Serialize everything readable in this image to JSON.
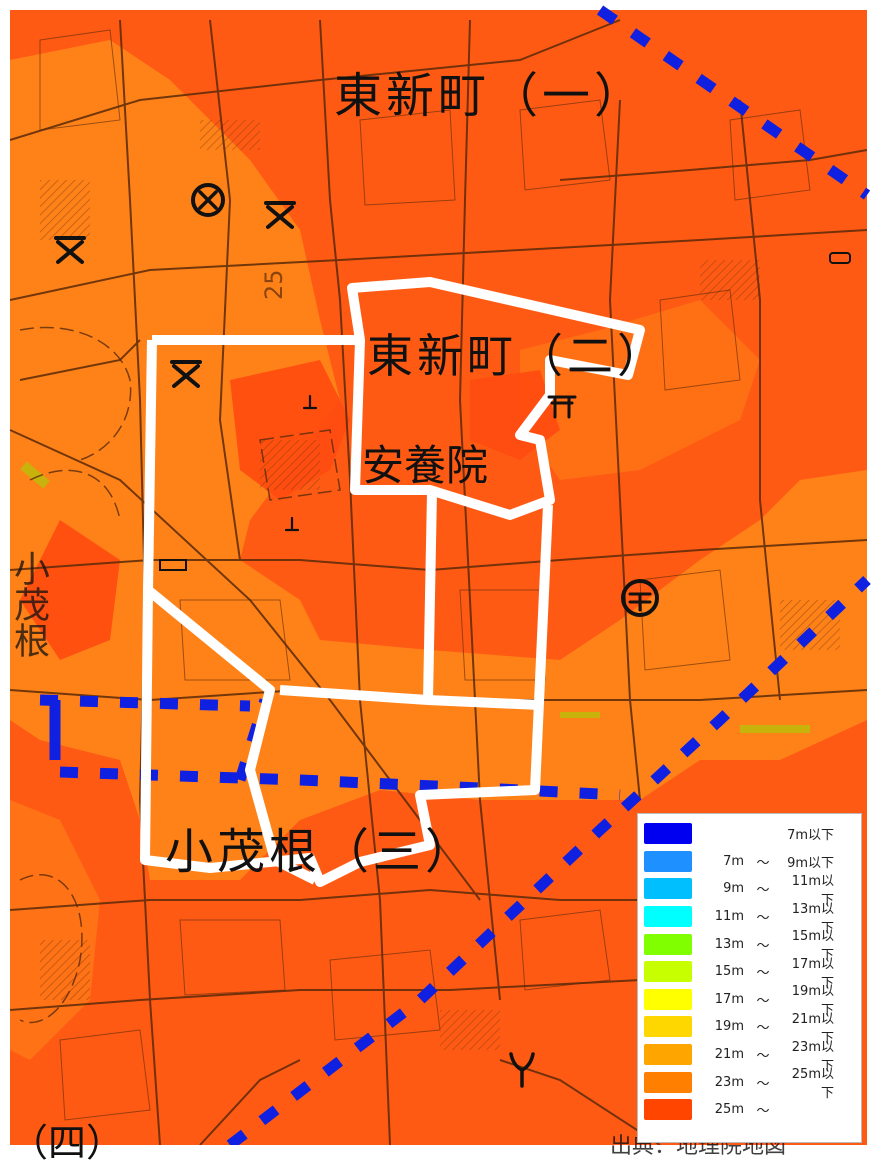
{
  "map": {
    "place_labels": [
      {
        "id": "higashishinmachi-1",
        "text": "東新町（一）"
      },
      {
        "id": "higashishinmachi-2",
        "text": "東新町（二）"
      },
      {
        "id": "anyoin",
        "text": "安養院"
      },
      {
        "id": "kozone-3",
        "text": "小茂根（三）"
      },
      {
        "id": "district-4",
        "text": "（四）"
      },
      {
        "id": "left-edge",
        "text": "小茂根"
      },
      {
        "id": "bottom-edge",
        "text": "出典：地理院地図"
      }
    ],
    "spot_label": "25",
    "symbols": [
      "school-icon",
      "school-icon",
      "school-icon",
      "police-station-icon",
      "shrine-icon",
      "shrine-icon",
      "torii-icon",
      "post-office-icon",
      "tree-icon"
    ]
  },
  "legend": {
    "title": "",
    "rows": [
      {
        "from": "",
        "sep": "",
        "to": "7m以下",
        "color": "#0000f0"
      },
      {
        "from": "7m",
        "sep": "～",
        "to": "9m以下",
        "color": "#1e90ff"
      },
      {
        "from": "9m",
        "sep": "～",
        "to": "11m以下",
        "color": "#00bfff"
      },
      {
        "from": "11m",
        "sep": "～",
        "to": "13m以下",
        "color": "#00ffff"
      },
      {
        "from": "13m",
        "sep": "～",
        "to": "15m以下",
        "color": "#7fff00"
      },
      {
        "from": "15m",
        "sep": "～",
        "to": "17m以下",
        "color": "#c8ff00"
      },
      {
        "from": "17m",
        "sep": "～",
        "to": "19m以下",
        "color": "#ffff00"
      },
      {
        "from": "19m",
        "sep": "～",
        "to": "21m以下",
        "color": "#ffd700"
      },
      {
        "from": "21m",
        "sep": "～",
        "to": "23m以下",
        "color": "#ffa500"
      },
      {
        "from": "23m",
        "sep": "～",
        "to": "25m以下",
        "color": "#ff7f00"
      },
      {
        "from": "25m",
        "sep": "～",
        "to": "",
        "color": "#ff4500"
      }
    ]
  },
  "colors": {
    "base": "#ff5a14",
    "lighter": "#ff8a1a",
    "boundary": "#ffffff",
    "rail": "#1020e0",
    "road": "#5a2a0a"
  }
}
